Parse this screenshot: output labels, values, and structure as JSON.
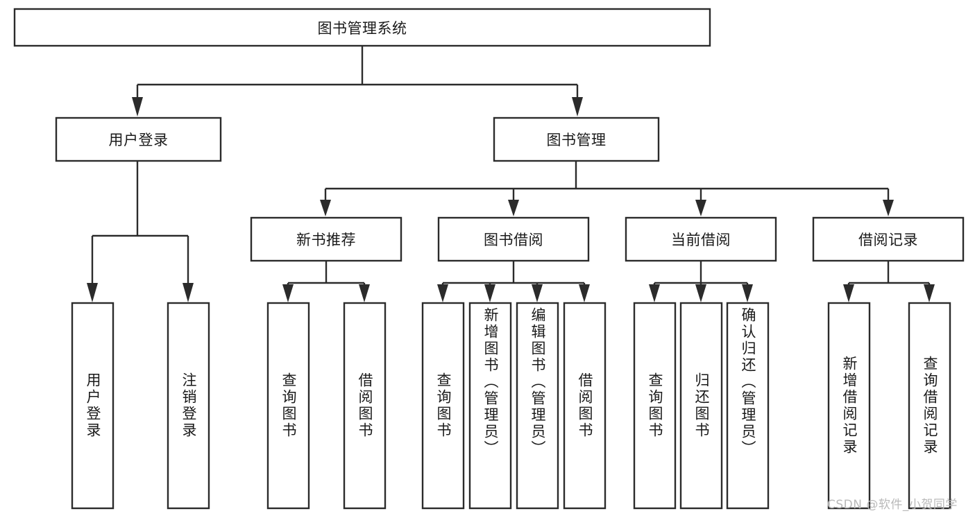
{
  "diagram": {
    "title": "图书管理系统",
    "type": "hierarchical-tree",
    "orientation": "top-down",
    "colors": {
      "stroke": "#2b2b2b",
      "fill": "#ffffff",
      "text": "#1a1a1a",
      "watermark": "#b9b9b9",
      "background": "#ffffff"
    },
    "levels": [
      {
        "level": 1,
        "nodes": [
          {
            "id": "root",
            "label": "图书管理系统",
            "orientation": "horizontal"
          }
        ]
      },
      {
        "level": 2,
        "nodes": [
          {
            "id": "user-login",
            "label": "用户登录",
            "orientation": "horizontal",
            "parent": "root"
          },
          {
            "id": "book-manage",
            "label": "图书管理",
            "orientation": "horizontal",
            "parent": "root"
          }
        ]
      },
      {
        "level": 3,
        "nodes": [
          {
            "id": "new-book-rec",
            "label": "新书推荐",
            "orientation": "horizontal",
            "parent": "book-manage"
          },
          {
            "id": "book-borrow",
            "label": "图书借阅",
            "orientation": "horizontal",
            "parent": "book-manage"
          },
          {
            "id": "current-borrow",
            "label": "当前借阅",
            "orientation": "horizontal",
            "parent": "book-manage"
          },
          {
            "id": "borrow-record",
            "label": "借阅记录",
            "orientation": "horizontal",
            "parent": "book-manage"
          }
        ]
      },
      {
        "level": 4,
        "nodes": [
          {
            "id": "leaf-user-login",
            "label": "用户登录",
            "orientation": "vertical",
            "parent": "user-login"
          },
          {
            "id": "leaf-logout",
            "label": "注销登录",
            "orientation": "vertical",
            "parent": "user-login"
          },
          {
            "id": "leaf-query-book-1",
            "label": "查询图书",
            "orientation": "vertical",
            "parent": "new-book-rec"
          },
          {
            "id": "leaf-borrow-book-1",
            "label": "借阅图书",
            "orientation": "vertical",
            "parent": "new-book-rec"
          },
          {
            "id": "leaf-query-book-2",
            "label": "查询图书",
            "orientation": "vertical",
            "parent": "book-borrow"
          },
          {
            "id": "leaf-add-book",
            "label": "新增图书（管理员）",
            "orientation": "vertical",
            "parent": "book-borrow"
          },
          {
            "id": "leaf-edit-book",
            "label": "编辑图书（管理员）",
            "orientation": "vertical",
            "parent": "book-borrow"
          },
          {
            "id": "leaf-borrow-book-2",
            "label": "借阅图书",
            "orientation": "vertical",
            "parent": "book-borrow"
          },
          {
            "id": "leaf-query-book-3",
            "label": "查询图书",
            "orientation": "vertical",
            "parent": "current-borrow"
          },
          {
            "id": "leaf-return-book",
            "label": "归还图书",
            "orientation": "vertical",
            "parent": "current-borrow"
          },
          {
            "id": "leaf-confirm-return",
            "label": "确认归还（管理员）",
            "orientation": "vertical",
            "parent": "current-borrow"
          },
          {
            "id": "leaf-add-record",
            "label": "新增借阅记录",
            "orientation": "vertical",
            "parent": "borrow-record"
          },
          {
            "id": "leaf-query-record",
            "label": "查询借阅记录",
            "orientation": "vertical",
            "parent": "borrow-record"
          }
        ]
      }
    ],
    "watermark": "CSDN @软件_小贺同学"
  }
}
